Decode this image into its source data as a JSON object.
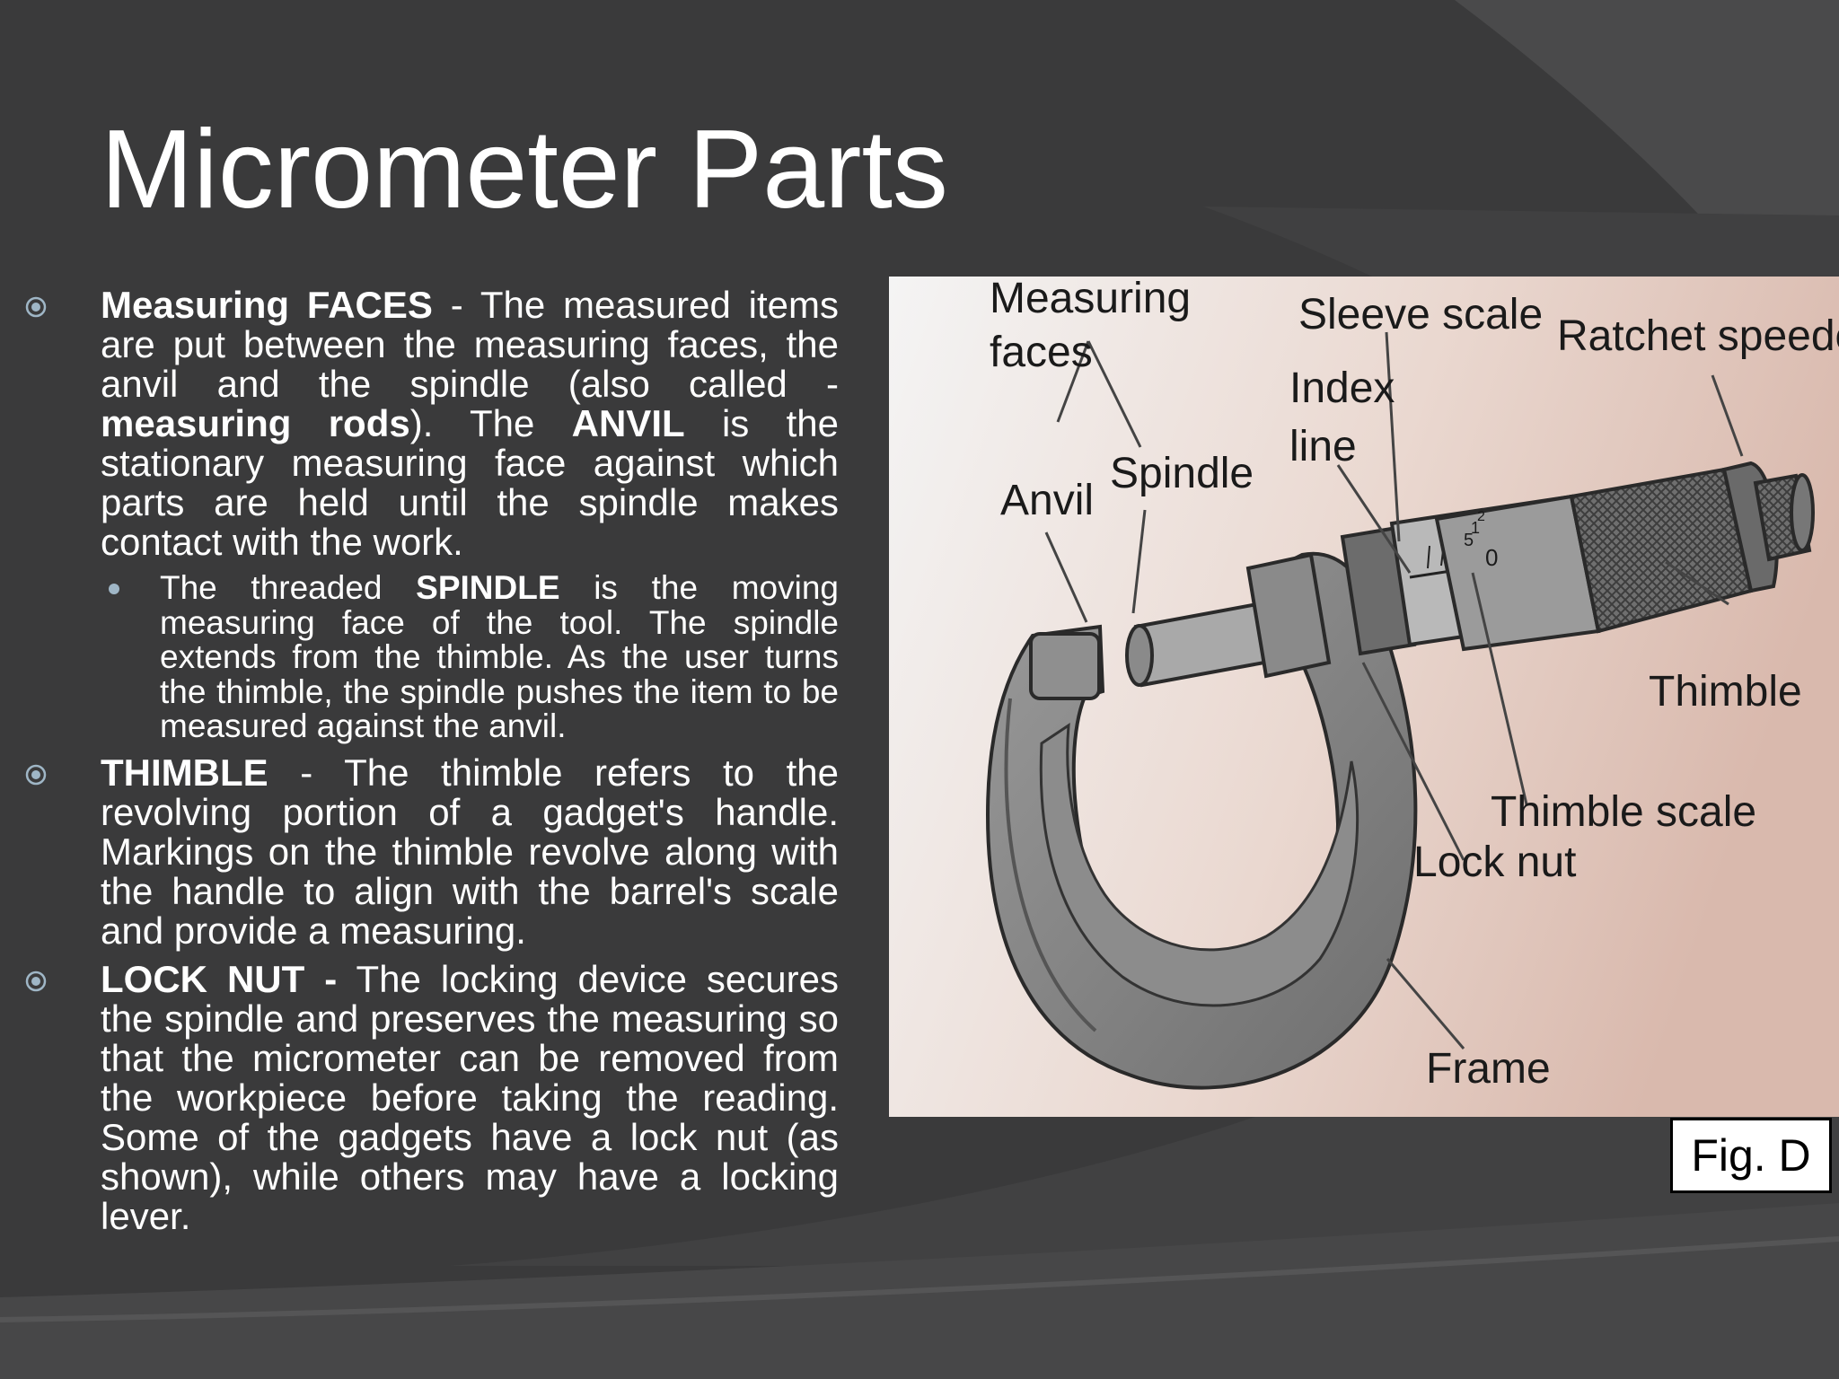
{
  "slide": {
    "title": "Micrometer Parts",
    "bullets": [
      {
        "lead": "Measuring FACES",
        "text_1": " - The measured items are put between the measuring faces, the anvil and the spindle (also called - ",
        "bold_2": "measuring rods",
        "text_2": "). The ",
        "bold_3": "ANVIL",
        "text_3": " is the stationary measuring face against which parts are held until the spindle makes contact with the work.",
        "sub": {
          "text_1": "The threaded ",
          "bold": "SPINDLE",
          "text_2": " is the moving measuring face of the tool. The spindle extends from the thimble. As the user turns the thimble, the spindle pushes the item to be measured against the anvil."
        }
      },
      {
        "lead": "THIMBLE",
        "text_1": " - The thimble refers to the revolving portion of a gadget's handle. Markings on the thimble revolve along with the handle to align with the barrel's scale and provide a measuring."
      },
      {
        "lead": "LOCK NUT -",
        "text_1": " The locking device secures the spindle and preserves the measuring so that the micrometer can be removed from the workpiece before taking the reading. Some of the gadgets have a lock nut (as shown), while others may have a locking lever."
      }
    ]
  },
  "figure": {
    "caption": "Fig. D",
    "labels": {
      "measuring": "Measuring",
      "faces": "faces",
      "anvil": "Anvil",
      "spindle": "Spindle",
      "sleeve_scale": "Sleeve scale",
      "index": "Index",
      "line": "line",
      "ratchet_speeder": "Ratchet speeder",
      "thimble": "Thimble",
      "thimble_scale": "Thimble scale",
      "lock_nut": "Lock nut",
      "frame": "Frame"
    },
    "scale_digits": {
      "zero": "0",
      "five": "5",
      "one": "1",
      "two": "2"
    }
  }
}
